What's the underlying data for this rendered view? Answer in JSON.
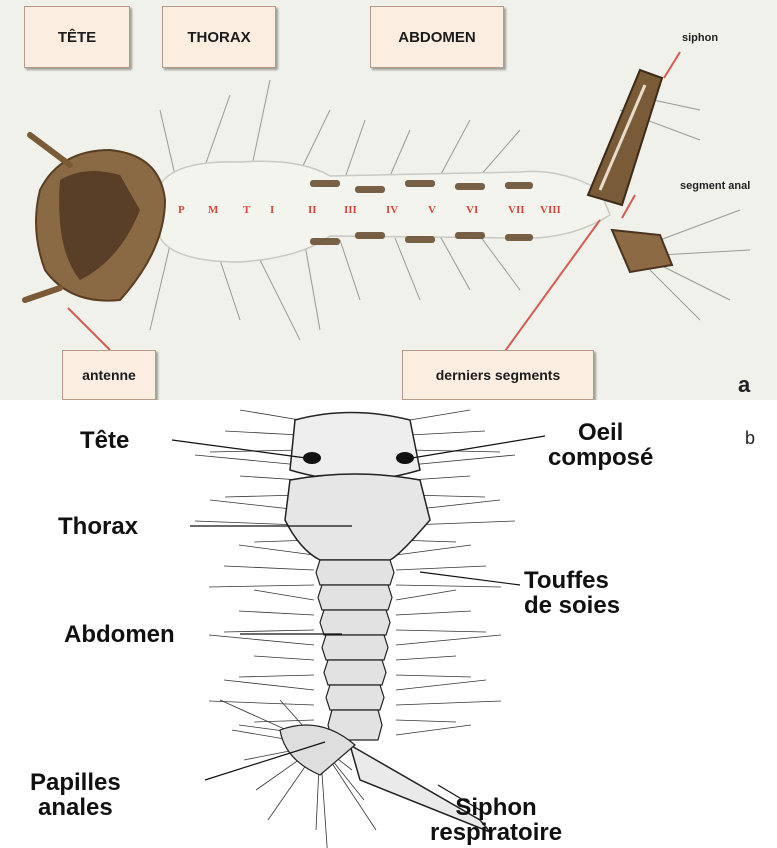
{
  "panel_a": {
    "marker": "a",
    "boxes": {
      "tete": "TÊTE",
      "thorax": "THORAX",
      "abdomen": "ABDOMEN",
      "antenne": "antenne",
      "derniers": "derniers segments"
    },
    "siphon": "siphon",
    "segment_anal": "segment anal",
    "segments": [
      "P",
      "M",
      "T",
      "I",
      "II",
      "III",
      "IV",
      "V",
      "VI",
      "VII",
      "VIII"
    ]
  },
  "panel_b": {
    "marker": "b",
    "labels": {
      "tete": "Tête",
      "oeil": "Oeil\ncomposé",
      "thorax": "Thorax",
      "touffes": "Touffes\nde soies",
      "abdomen": "Abdomen",
      "papilles": "Papilles\nanales",
      "siphon": "Siphon\nrespiratoire"
    }
  }
}
